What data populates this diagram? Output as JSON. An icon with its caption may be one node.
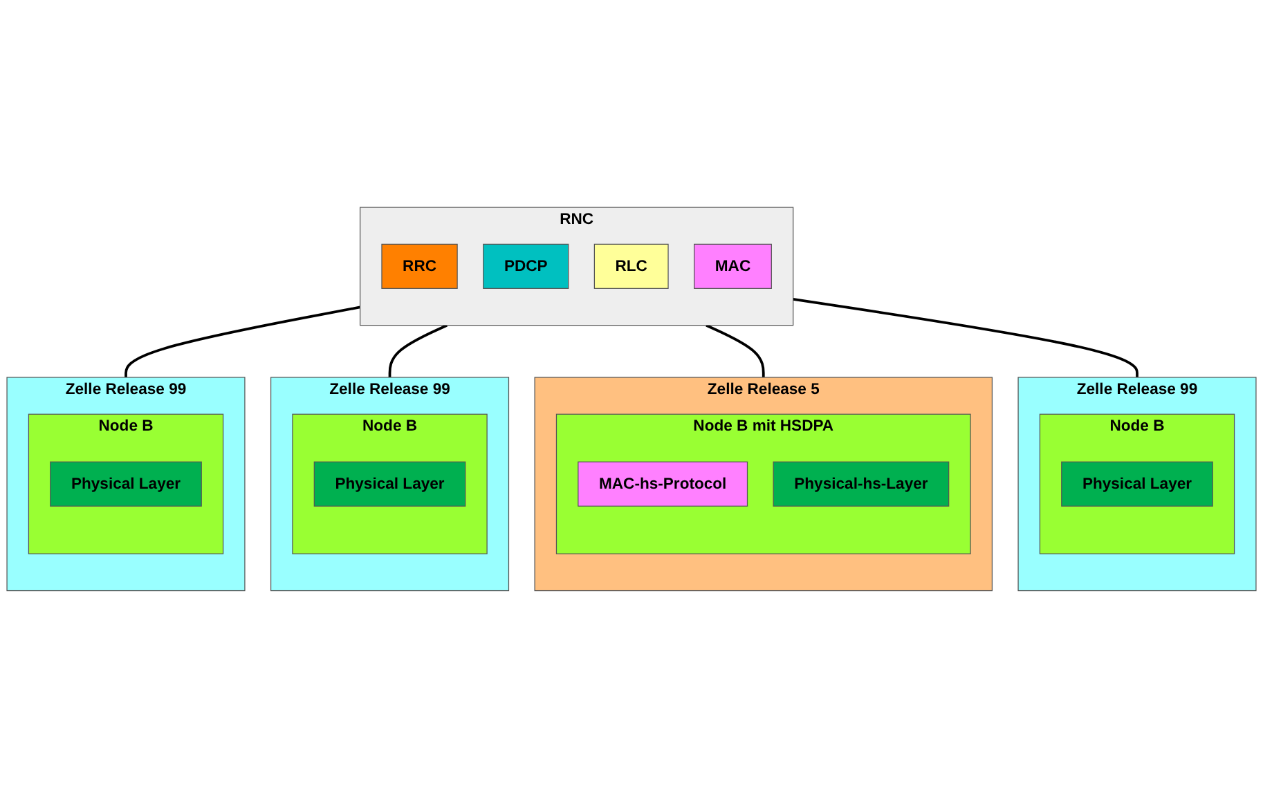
{
  "diagram": {
    "nodes": [
      {
        "text": [
          "RNC"
        ]
      },
      {
        "text": [
          "RRC"
        ],
        "in": 0
      },
      {
        "text": [
          "PDCP"
        ],
        "in": 0
      },
      {
        "text": [
          "RLC"
        ],
        "in": 0
      },
      {
        "text": [
          "MAC"
        ],
        "in": 0
      },
      {
        "text": [
          "Zelle Release 99"
        ]
      },
      {
        "text": [
          "Node B"
        ],
        "in": 5
      },
      {
        "text": [
          "Physical Layer"
        ],
        "in": 6
      },
      {
        "text": [
          "Zelle Release 99"
        ]
      },
      {
        "text": [
          "Node B"
        ],
        "in": 8
      },
      {
        "text": [
          "Physical Layer"
        ],
        "in": 9
      },
      {
        "text": [
          "Zelle Release 5"
        ]
      },
      {
        "text": [
          "Node B mit HSDPA"
        ],
        "in": 11
      },
      {
        "text": [
          "MAC-hs-Protocol"
        ],
        "in": 12
      },
      {
        "text": [
          "Physical-hs-Layer"
        ],
        "in": 12
      },
      {
        "text": [
          "Zelle Release 99"
        ]
      },
      {
        "text": [
          "Node B"
        ],
        "in": 15
      },
      {
        "text": [
          "Physical Layer"
        ],
        "in": 16
      }
    ],
    "edges": [
      {
        "from": 0,
        "to": 5,
        "arrow": "none"
      },
      {
        "from": 0,
        "to": 8,
        "arrow": "none"
      },
      {
        "from": 0,
        "to": 11,
        "arrow": "none"
      },
      {
        "from": 0,
        "to": 15,
        "arrow": "none"
      }
    ]
  }
}
